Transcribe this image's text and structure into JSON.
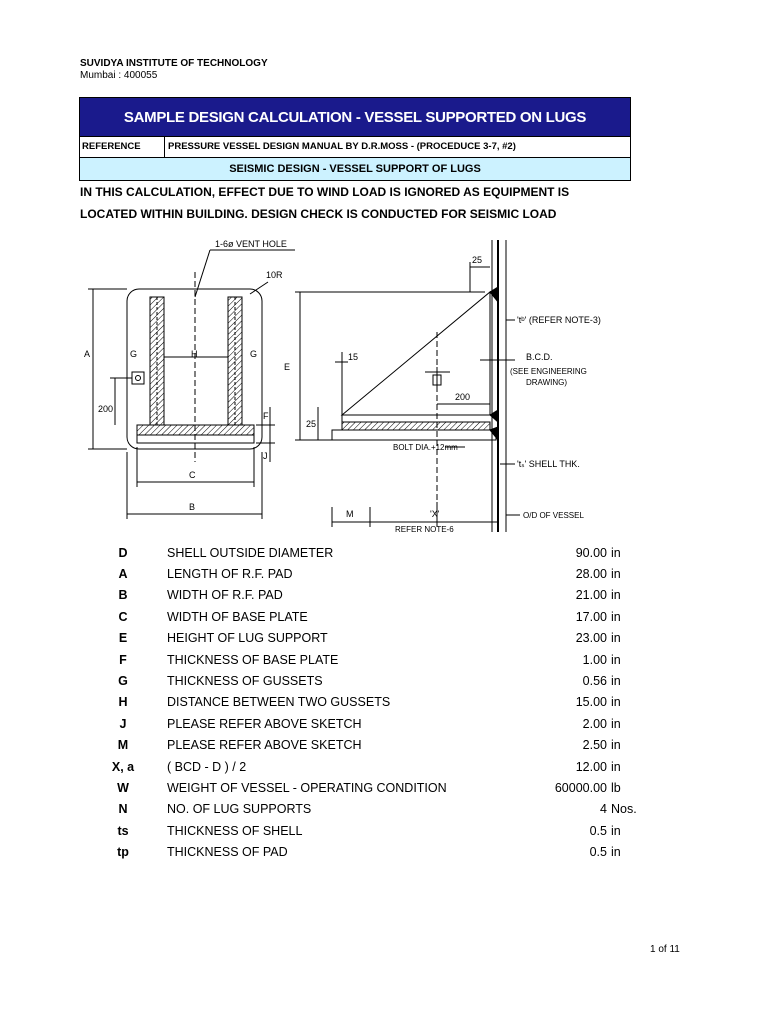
{
  "header": {
    "institute": "SUVIDYA INSTITUTE OF TECHNOLOGY",
    "location": "Mumbai : 400055"
  },
  "banner": {
    "title": "SAMPLE DESIGN CALCULATION - VESSEL SUPPORTED ON LUGS",
    "bg_color": "#1a1a8c",
    "text_color": "#ffffff"
  },
  "reference": {
    "label": "REFERENCE",
    "value": "PRESSURE VESSEL DESIGN MANUAL BY D.R.MOSS - (PROCEDUCE 3-7, #2)"
  },
  "section": {
    "title": "SEISMIC DESIGN - VESSEL SUPPORT OF LUGS",
    "bg_color": "#ccf2ff"
  },
  "intro": {
    "line1": "IN THIS CALCULATION, EFFECT DUE TO WIND LOAD IS IGNORED AS EQUIPMENT IS",
    "line2": "LOCATED WITHIN BUILDING. DESIGN CHECK IS CONDUCTED FOR SEISMIC LOAD"
  },
  "sketch": {
    "vent": "1-6ø VENT HOLE",
    "radius": "10R",
    "dim_a": "A",
    "dim_g": "G",
    "dim_h": "H",
    "dim_200": "200",
    "dim_f": "F",
    "dim_j": "J",
    "dim_c": "C",
    "dim_b": "B",
    "dim_e": "E",
    "dim_25_top": "25",
    "dim_15": "15",
    "dim_200_side": "200",
    "dim_25_side": "25",
    "tb_note": "'tᵇ' (REFER NOTE-3)",
    "bcd": "B.C.D.",
    "bcd_note1": "(SEE ENGINEERING",
    "bcd_note2": "DRAWING)",
    "bolt": "BOLT DIA.+12mm",
    "ts_label": "'tₛ' SHELL THK.",
    "dim_m": "M",
    "dim_x": "'X'",
    "refer_note": "REFER NOTE-6",
    "od_vessel": "O/D OF VESSEL"
  },
  "params": [
    {
      "sym": "D",
      "desc": "SHELL OUTSIDE DIAMETER",
      "val": "90.00",
      "unit": "in"
    },
    {
      "sym": "A",
      "desc": "LENGTH OF R.F. PAD",
      "val": "28.00",
      "unit": "in"
    },
    {
      "sym": "B",
      "desc": "WIDTH OF R.F. PAD",
      "val": "21.00",
      "unit": "in"
    },
    {
      "sym": "C",
      "desc": "WIDTH OF BASE PLATE",
      "val": "17.00",
      "unit": "in"
    },
    {
      "sym": "E",
      "desc": "HEIGHT OF LUG SUPPORT",
      "val": "23.00",
      "unit": "in"
    },
    {
      "sym": "F",
      "desc": "THICKNESS OF BASE PLATE",
      "val": "1.00",
      "unit": "in"
    },
    {
      "sym": "G",
      "desc": "THICKNESS OF GUSSETS",
      "val": "0.56",
      "unit": "in"
    },
    {
      "sym": "H",
      "desc": "DISTANCE BETWEEN TWO GUSSETS",
      "val": "15.00",
      "unit": "in"
    },
    {
      "sym": "J",
      "desc": "PLEASE REFER ABOVE SKETCH",
      "val": "2.00",
      "unit": "in"
    },
    {
      "sym": "M",
      "desc": "PLEASE REFER ABOVE SKETCH",
      "val": "2.50",
      "unit": "in"
    },
    {
      "sym": "X, a",
      "desc": "( BCD - D ) / 2",
      "val": "12.00",
      "unit": "in"
    },
    {
      "sym": "W",
      "desc": "WEIGHT OF VESSEL - OPERATING CONDITION",
      "val": "60000.00",
      "unit": "lb"
    },
    {
      "sym": "N",
      "desc": "NO. OF LUG SUPPORTS",
      "val": "4",
      "unit": "Nos."
    },
    {
      "sym": "ts",
      "desc": "THICKNESS OF SHELL",
      "val": "0.5",
      "unit": "in"
    },
    {
      "sym": "tp",
      "desc": "THICKNESS OF PAD",
      "val": "0.5",
      "unit": "in"
    }
  ],
  "footer": {
    "page": "1 of 11"
  }
}
